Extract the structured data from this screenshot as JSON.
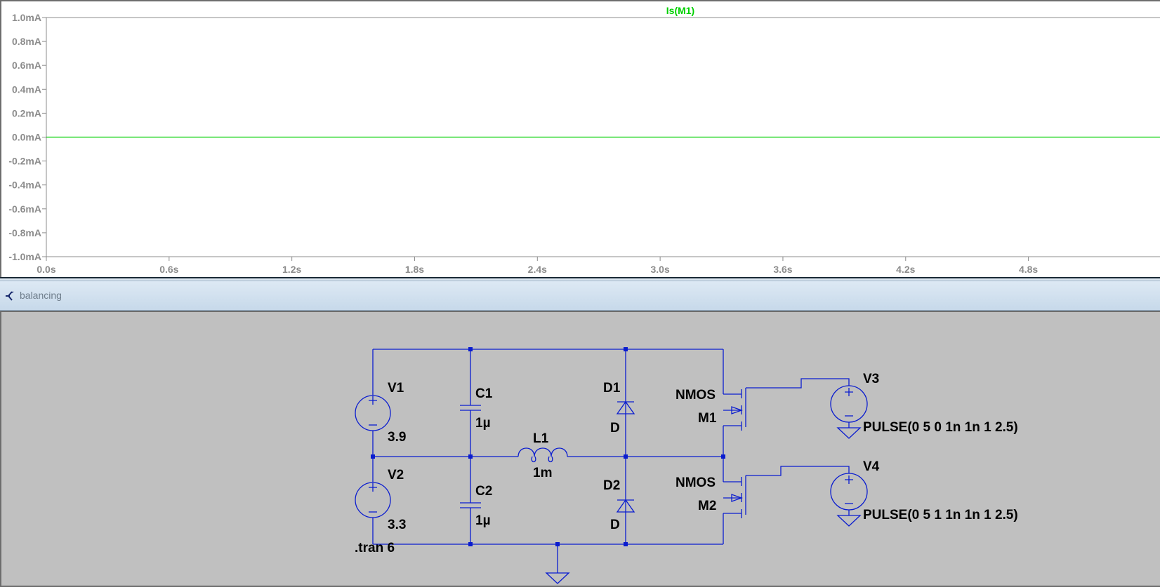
{
  "plot": {
    "trace_title": "Is(M1)",
    "y_ticks": [
      "1.0mA",
      "0.8mA",
      "0.6mA",
      "0.4mA",
      "0.2mA",
      "0.0mA",
      "-0.2mA",
      "-0.4mA",
      "-0.6mA",
      "-0.8mA",
      "-1.0mA"
    ],
    "x_ticks": [
      "0.0s",
      "0.6s",
      "1.2s",
      "1.8s",
      "2.4s",
      "3.0s",
      "3.6s",
      "4.2s",
      "4.8s"
    ],
    "trace_color": "#00d000"
  },
  "chart_data": {
    "type": "line",
    "title": "Is(M1)",
    "xlabel": "",
    "ylabel": "",
    "xlim": [
      0,
      5.45
    ],
    "ylim": [
      -1.0,
      1.0
    ],
    "x_unit": "s",
    "y_unit": "mA",
    "series": [
      {
        "name": "Is(M1)",
        "x": [
          0,
          5.45
        ],
        "y": [
          0,
          0
        ]
      }
    ]
  },
  "schematic": {
    "window_title": "balancing",
    "components": {
      "v1": {
        "name": "V1",
        "value": "3.9"
      },
      "v2": {
        "name": "V2",
        "value": "3.3"
      },
      "c1": {
        "name": "C1",
        "value": "1µ"
      },
      "c2": {
        "name": "C2",
        "value": "1µ"
      },
      "l1": {
        "name": "L1",
        "value": "1m"
      },
      "d1": {
        "name": "D1",
        "value": "D"
      },
      "d2": {
        "name": "D2",
        "value": "D"
      },
      "m1": {
        "name": "M1",
        "model": "NMOS"
      },
      "m2": {
        "name": "M2",
        "model": "NMOS"
      },
      "v3": {
        "name": "V3",
        "value": "PULSE(0 5 0 1n 1n 1 2.5)"
      },
      "v4": {
        "name": "V4",
        "value": "PULSE(0 5 1 1n 1n 1 2.5)"
      }
    },
    "directive": ".tran 6",
    "wire_color": "#0a1ccf",
    "background_color": "#c0c0c0"
  }
}
